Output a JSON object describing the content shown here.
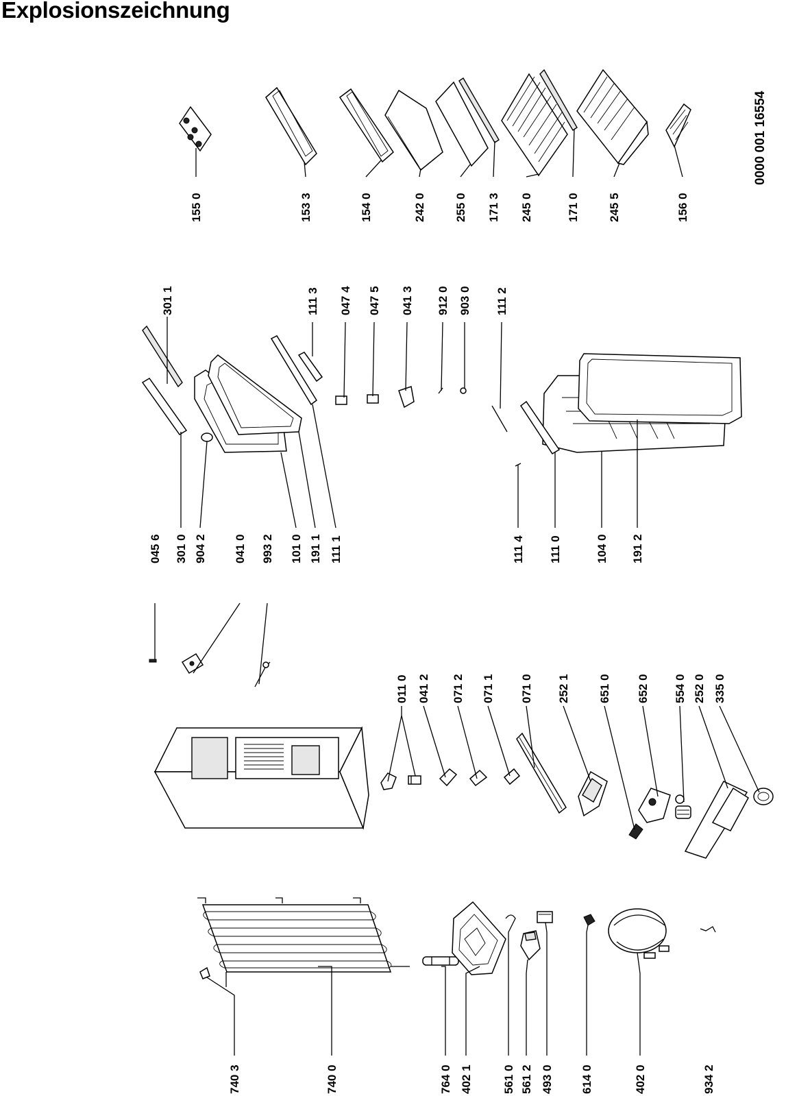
{
  "title": "Explosionszeichnung",
  "doc_number": "0000 001 16554",
  "labels": {
    "l7403": "740 3",
    "l7400": "740 0",
    "l7640": "764 0",
    "l4021": "402 1",
    "l5610": "561 0",
    "l5612": "561 2",
    "l4930": "493 0",
    "l6140": "614 0",
    "l4020": "402 0",
    "l9342": "934 2",
    "l0110": "011 0",
    "l0412": "041 2",
    "l0712": "071 2",
    "l0711": "071 1",
    "l0710": "071 0",
    "l2521": "252 1",
    "l6510": "651 0",
    "l6520": "652 0",
    "l5540": "554 0",
    "l2520": "252 0",
    "l3350": "335 0",
    "l0456": "045 6",
    "l3010": "301 0",
    "l9042": "904 2",
    "l0410": "041 0",
    "l9932": "993 2",
    "l1010": "101 0",
    "l1911": "191 1",
    "l1111": "111 1",
    "l1114": "111 4",
    "l1110": "111 0",
    "l1040": "104 0",
    "l1912": "191 2",
    "l3011": "301 1",
    "l1113": "111 3",
    "l0474": "047 4",
    "l0475": "047 5",
    "l0413": "041 3",
    "l9120": "912 0",
    "l9030": "903 0",
    "l1112": "111 2",
    "l1550": "155 0",
    "l1533": "153 3",
    "l1540": "154 0",
    "l2420": "242 0",
    "l2550": "255 0",
    "l1713": "171 3",
    "l2450": "245 0",
    "l1710": "171 0",
    "l2455": "245 5",
    "l1560": "156 0"
  }
}
